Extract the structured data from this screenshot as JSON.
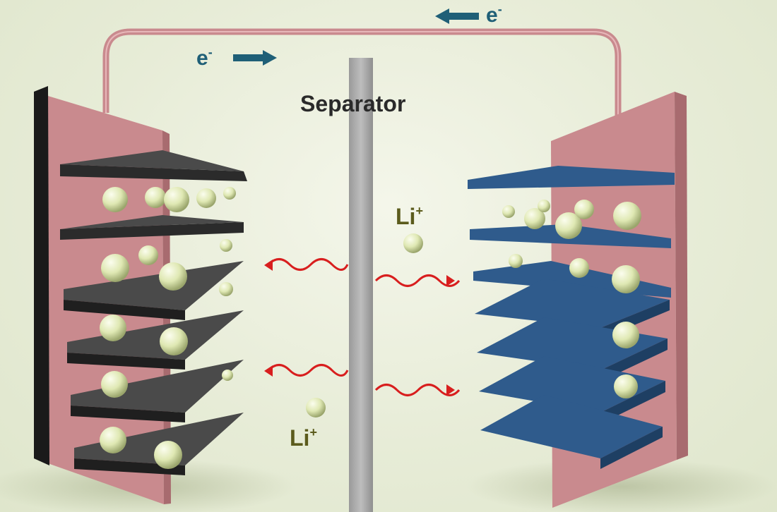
{
  "labels": {
    "separator": "Separator",
    "li_upper": "Li",
    "li_lower": "Li",
    "ion_charge": "+",
    "electron": "e",
    "electron_charge": "-"
  },
  "colors": {
    "background": "#e8edd9",
    "current_collector": "#c98a8e",
    "wire": "#c98a8e",
    "anode_layers": "#3a3a3a",
    "cathode_layers": "#264d78",
    "separator": "#a9a9a9",
    "lithium_ion": "#dfe8b3",
    "ion_path": "#d81e1e",
    "electron_arrow": "#1f5f77",
    "label_text": "#2a2a2a",
    "li_label_text": "#5b5b1c"
  },
  "icons": {
    "electron_arrow_right": "arrow-right-icon",
    "electron_arrow_left": "arrow-left-icon"
  }
}
